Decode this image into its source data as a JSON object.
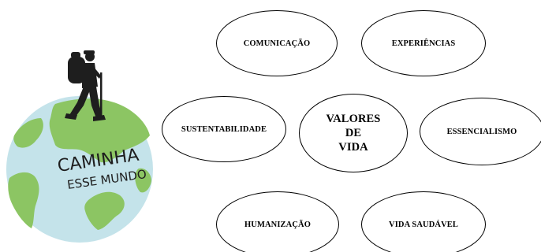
{
  "logo": {
    "line1": "CAMINHA",
    "line2": "ESSE MUNDO"
  },
  "diagram": {
    "center": "VALORES\nDE\nVIDA",
    "nodes": {
      "comunicacao": "COMUNICAÇÃO",
      "experiencias": "EXPERIÊNCIAS",
      "sustentabilidade": "SUSTENTABILIDADE",
      "essencialismo": "ESSENCIALISMO",
      "humanizacao": "HUMANIZAÇÃO",
      "vida_saudavel": "VIDA SAUDÁVEL"
    }
  },
  "colors": {
    "ocean": "#c4e3ea",
    "land": "#8cc563",
    "ink": "#1e1e1e"
  }
}
